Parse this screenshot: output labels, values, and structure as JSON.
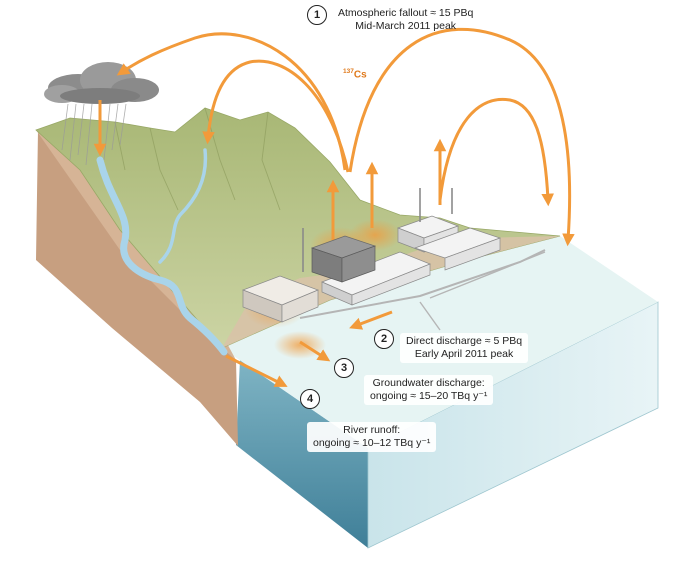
{
  "isotope": {
    "mass": "137",
    "symbol": "Cs"
  },
  "pathways": [
    {
      "number": "1",
      "line1": "Atmospheric fallout ≈ 15 PBq",
      "line2": "Mid-March 2011 peak"
    },
    {
      "number": "2",
      "line1": "Direct discharge ≈ 5 PBq",
      "line2": "Early April 2011 peak"
    },
    {
      "number": "3",
      "line1": "Groundwater discharge:",
      "line2": "ongoing ≈ 15–20 TBq y⁻¹"
    },
    {
      "number": "4",
      "line1": "River runoff:",
      "line2": "ongoing ≈ 10–12 TBq y⁻¹"
    }
  ],
  "colors": {
    "arrow": "#f29a3a",
    "land": "#b9c98c",
    "ocean_surface": "#dff0f0",
    "ocean_side": "#6fa6b6",
    "river": "#a9d4ea",
    "soil": "#cfa98a"
  }
}
